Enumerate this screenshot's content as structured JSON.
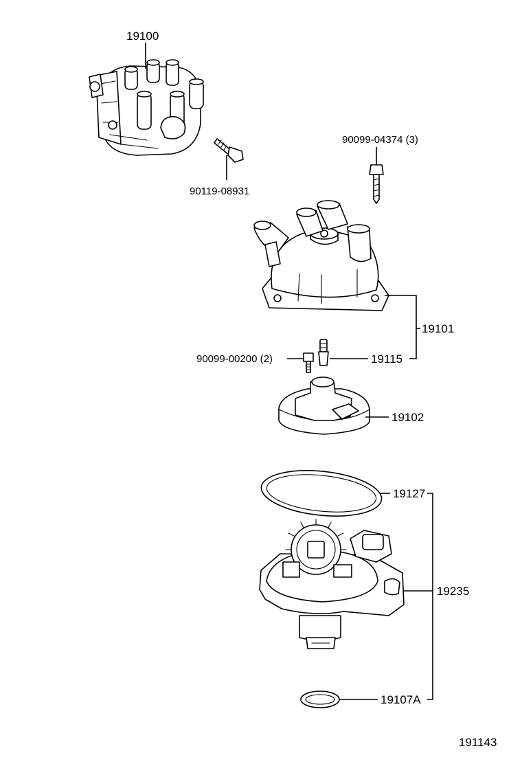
{
  "parts": {
    "distributor_assy": "19100",
    "bolt_90119": "90119-08931",
    "screw_90099_04374": "90099-04374 (3)",
    "cap": "19101",
    "carbon_19115": "19115",
    "screw_90099_00200": "90099-00200 (2)",
    "rotor": "19102",
    "gasket": "19127",
    "housing": "19235",
    "oring": "19107A"
  },
  "figure_number": "191143"
}
